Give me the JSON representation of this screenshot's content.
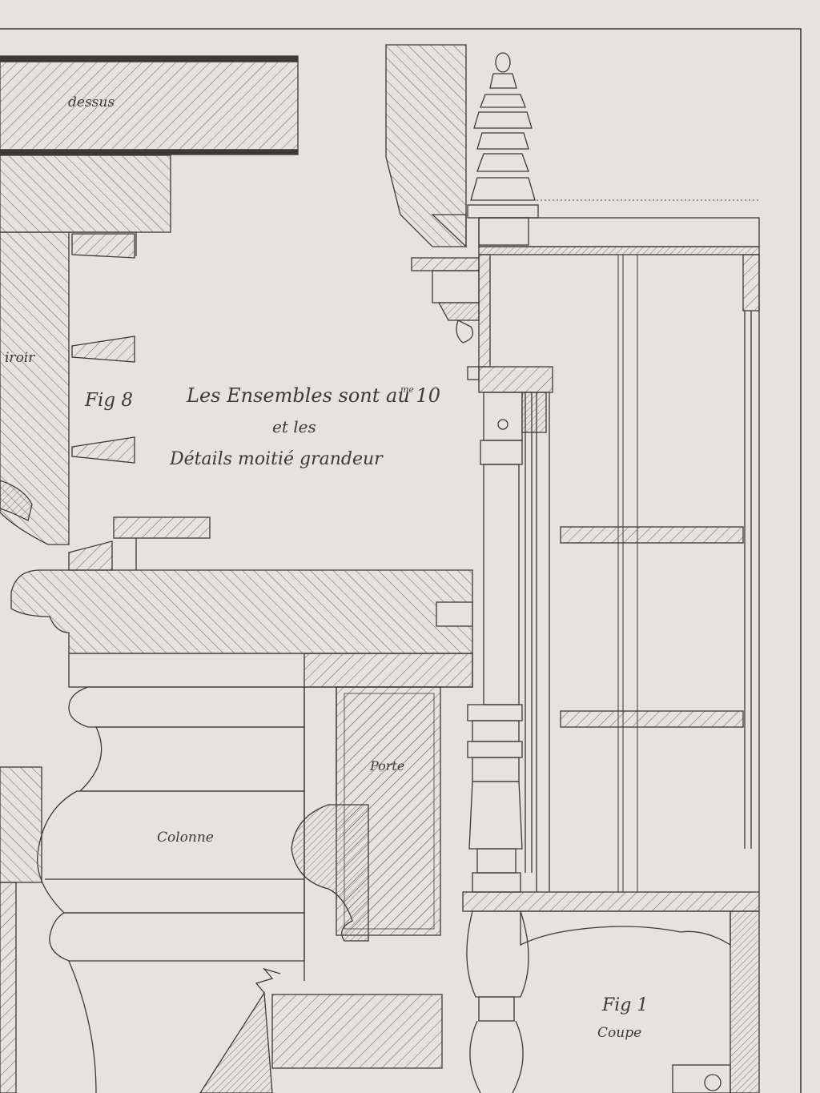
{
  "labels": {
    "dessus": "dessus",
    "miroir": "iroir",
    "fig8": "Fig 8",
    "note_line1": "Les Ensembles sont au 10",
    "note_sup": "me",
    "note_line2": "et les",
    "note_line3": "Détails moitié grandeur",
    "porte": "Porte",
    "colonne": "Colonne",
    "fig1": "Fig 1",
    "coupe": "Coupe"
  },
  "colors": {
    "paper": "#e6e3dd",
    "ink": "#3b3a37",
    "hatch": "#6d6a64"
  }
}
